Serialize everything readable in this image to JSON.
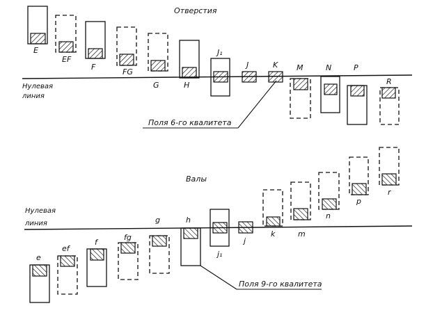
{
  "colors": {
    "ink": "#111111",
    "background": "#ffffff"
  },
  "holes": {
    "title": "Отверстия",
    "zero_line_label": [
      "Нулевая",
      "линия"
    ],
    "note": "Поля 6-го квалитета",
    "hatch": "forward",
    "fields": [
      {
        "label": "E",
        "style": "solid",
        "position": "above"
      },
      {
        "label": "EF",
        "style": "dashed",
        "position": "above"
      },
      {
        "label": "F",
        "style": "solid",
        "position": "above"
      },
      {
        "label": "FG",
        "style": "dashed",
        "position": "above"
      },
      {
        "label": "G",
        "style": "dashed",
        "position": "above"
      },
      {
        "label": "H",
        "style": "solid",
        "position": "on-line-above"
      },
      {
        "label": "J₁",
        "style": "solid",
        "position": "symmetric"
      },
      {
        "label": "J",
        "style": "none",
        "position": "straddling"
      },
      {
        "label": "K",
        "style": "none",
        "position": "straddling"
      },
      {
        "label": "M",
        "style": "dashed",
        "position": "below"
      },
      {
        "label": "N",
        "style": "solid",
        "position": "below"
      },
      {
        "label": "P",
        "style": "solid",
        "position": "below"
      },
      {
        "label": "R",
        "style": "dashed",
        "position": "below"
      }
    ]
  },
  "shafts": {
    "title": "Валы",
    "zero_line_label": [
      "Нулевая",
      "линия"
    ],
    "note": "Поля 9-го квалитета",
    "hatch": "backward",
    "fields": [
      {
        "label": "e",
        "style": "solid",
        "position": "below"
      },
      {
        "label": "ef",
        "style": "dashed",
        "position": "below"
      },
      {
        "label": "f",
        "style": "solid",
        "position": "below"
      },
      {
        "label": "fg",
        "style": "dashed",
        "position": "below"
      },
      {
        "label": "g",
        "style": "dashed",
        "position": "below"
      },
      {
        "label": "h",
        "style": "solid",
        "position": "on-line-below"
      },
      {
        "label": "j₁",
        "style": "solid",
        "position": "symmetric"
      },
      {
        "label": "j",
        "style": "none",
        "position": "straddling"
      },
      {
        "label": "k",
        "style": "dashed",
        "position": "above"
      },
      {
        "label": "m",
        "style": "dashed",
        "position": "above"
      },
      {
        "label": "n",
        "style": "dashed",
        "position": "above"
      },
      {
        "label": "p",
        "style": "dashed",
        "position": "above"
      },
      {
        "label": "r",
        "style": "dashed",
        "position": "above"
      }
    ]
  }
}
